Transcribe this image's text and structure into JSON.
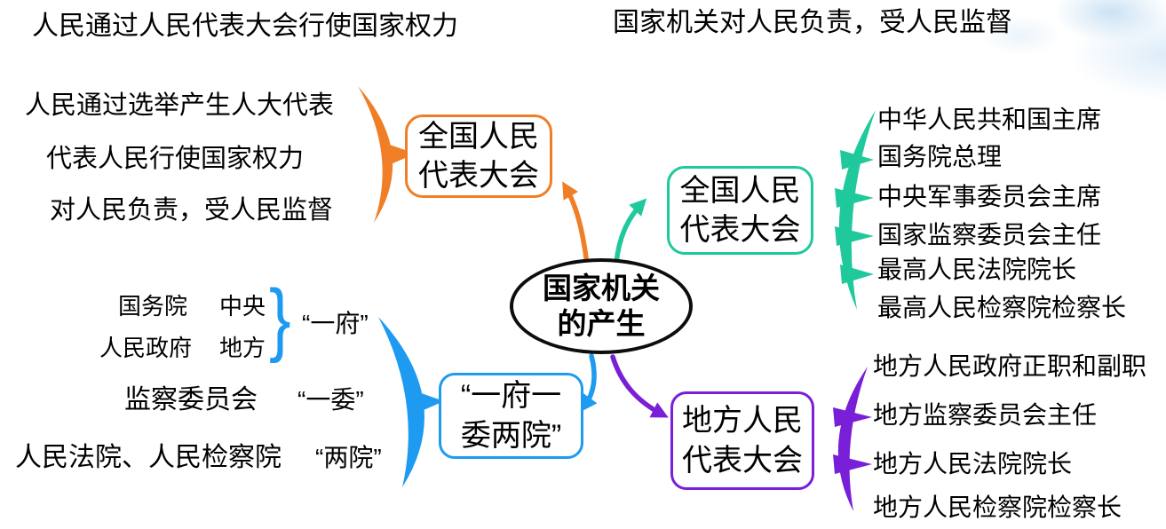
{
  "headers": {
    "left": "人民通过人民代表大会行使国家权力",
    "right": "国家机关对人民负责，受人民监督"
  },
  "center_topic": {
    "line1": "国家机关",
    "line2": "的产生"
  },
  "colors": {
    "orange": "#F07E26",
    "teal": "#1FC99C",
    "blue": "#1E9BF0",
    "purple": "#7A1FD8",
    "text": "#000000"
  },
  "branch_npc_formation": {
    "box": {
      "line1": "全国人民",
      "line2": "代表大会"
    },
    "items": [
      "人民通过选举产生人大代表",
      "代表人民行使国家权力",
      "对人民负责，受人民监督"
    ]
  },
  "branch_npc_elects": {
    "box": {
      "line1": "全国人民",
      "line2": "代表大会"
    },
    "items": [
      "中华人民共和国主席",
      "国务院总理",
      "中央军事委员会主席",
      "国家监察委员会主任",
      "最高人民法院院长",
      "最高人民检察院检察长"
    ]
  },
  "branch_one_gov": {
    "box": {
      "line1": "“一府一",
      "line2": "委两院”"
    },
    "gov": {
      "col1_row1": "国务院",
      "col2_row1": "中央",
      "col1_row2": "人民政府",
      "col2_row2": "地方",
      "brace_glyph": "}",
      "label": "“一府”"
    },
    "committee": {
      "text": "监察委员会",
      "label": "“一委”"
    },
    "courts": {
      "text": "人民法院、人民检察院",
      "label": "“两院”"
    }
  },
  "branch_local_npc": {
    "box": {
      "line1": "地方人民",
      "line2": "代表大会"
    },
    "items": [
      "地方人民政府正职和副职",
      "地方监察委员会主任",
      "地方人民法院院长",
      "地方人民检察院检察长"
    ]
  }
}
